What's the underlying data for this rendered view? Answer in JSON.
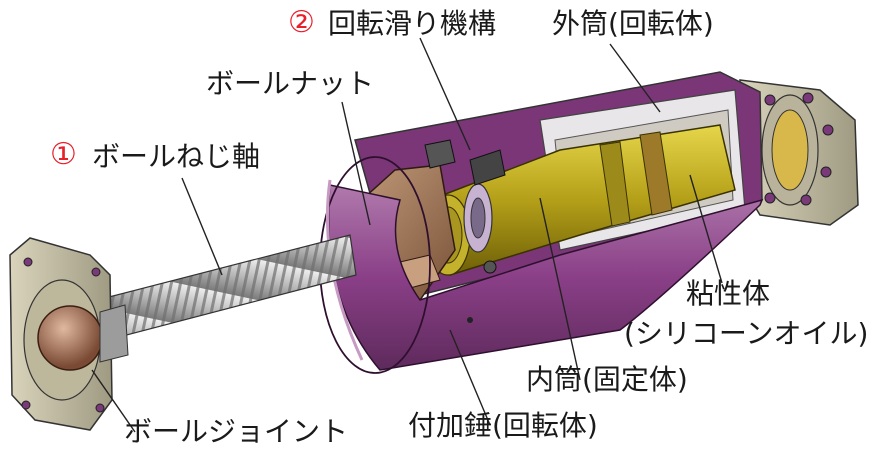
{
  "labels": {
    "ball_screw": {
      "number": "①",
      "text": "ボールねじ軸"
    },
    "rotary_slip": {
      "number": "②",
      "text": "回転滑り機構"
    },
    "ball_nut": "ボールナット",
    "outer_cylinder": "外筒(回転体)",
    "viscous_body": "粘性体",
    "silicone_oil": "(シリコーンオイル)",
    "inner_cylinder": "内筒(固定体)",
    "added_mass": "付加錘(回転体)",
    "ball_joint": "ボールジョイント"
  },
  "colors": {
    "label_number": "#e8202a",
    "label_text": "#1a1a1a",
    "outer_shell": "#8a3f87",
    "inner_core": "#b4a018",
    "flange": "#c8c3a8",
    "nut": "#a0785a",
    "screw": "#c8c8c8"
  }
}
